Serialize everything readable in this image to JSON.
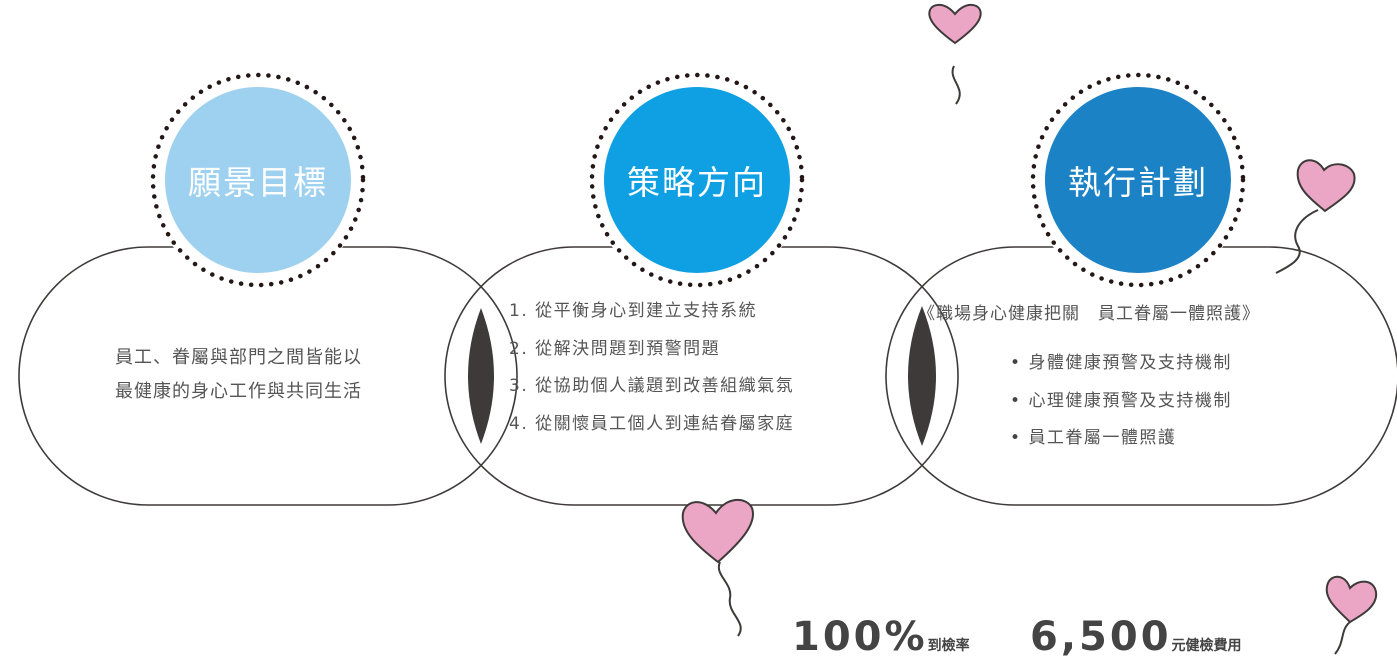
{
  "colors": {
    "circle_1": "#9ed1ef",
    "circle_2": "#0fa0e3",
    "circle_3": "#1b82c6",
    "outline": "#3e3a39",
    "heart_fill": "#eba6c6"
  },
  "steps": [
    {
      "title": "願景目標",
      "description": [
        "員工、眷屬與部門之間皆能以",
        "最健康的身心工作與共同生活"
      ]
    },
    {
      "title": "策略方向",
      "items": [
        "1. 從平衡身心到建立支持系統",
        "2. 從解決問題到預警問題",
        "3. 從協助個人議題到改善組織氣氛",
        "4. 從關懷員工個人到連結眷屬家庭"
      ]
    },
    {
      "title": "執行計劃",
      "subtitle": "《職場身心健康把關　員工眷屬一體照護》",
      "items": [
        "身體健康預警及支持機制",
        "心理健康預警及支持機制",
        "員工眷屬一體照護"
      ]
    }
  ],
  "stats": [
    {
      "value": "100%",
      "label": "到檢率"
    },
    {
      "value": "6,500",
      "label": "元健檢費用"
    }
  ],
  "icons": [
    "heart-balloon-icon"
  ]
}
